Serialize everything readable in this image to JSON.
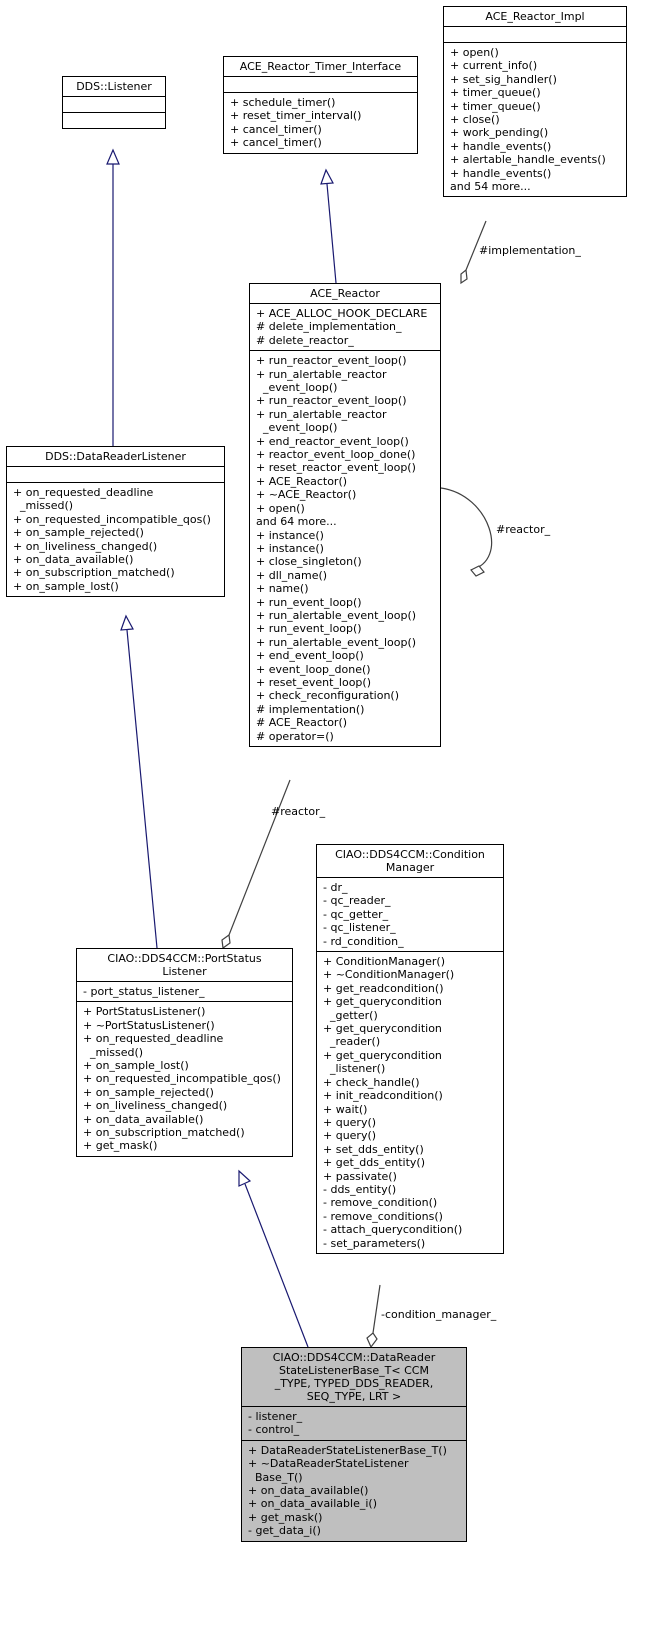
{
  "classes": {
    "dds_listener": {
      "title": [
        "DDS::Listener"
      ],
      "attributes": [],
      "methods": []
    },
    "ace_reactor_timer_interface": {
      "title": [
        "ACE_Reactor_Timer_Interface"
      ],
      "attributes": [],
      "methods": [
        "+ schedule_timer()",
        "+ reset_timer_interval()",
        "+ cancel_timer()",
        "+ cancel_timer()"
      ]
    },
    "ace_reactor_impl": {
      "title": [
        "ACE_Reactor_Impl"
      ],
      "attributes": [],
      "methods": [
        "+ open()",
        "+ current_info()",
        "+ set_sig_handler()",
        "+ timer_queue()",
        "+ timer_queue()",
        "+ close()",
        "+ work_pending()",
        "+ handle_events()",
        "+ alertable_handle_events()",
        "+ handle_events()",
        "and 54 more..."
      ]
    },
    "ace_reactor": {
      "title": [
        "ACE_Reactor"
      ],
      "attributes": [
        "+ ACE_ALLOC_HOOK_DECLARE",
        "# delete_implementation_",
        "# delete_reactor_"
      ],
      "methods": [
        "+ run_reactor_event_loop()",
        "+ run_alertable_reactor",
        "  _event_loop()",
        "+ run_reactor_event_loop()",
        "+ run_alertable_reactor",
        "  _event_loop()",
        "+ end_reactor_event_loop()",
        "+ reactor_event_loop_done()",
        "+ reset_reactor_event_loop()",
        "+ ACE_Reactor()",
        "+ ~ACE_Reactor()",
        "+ open()",
        "and 64 more...",
        "+ instance()",
        "+ instance()",
        "+ close_singleton()",
        "+ dll_name()",
        "+ name()",
        "+ run_event_loop()",
        "+ run_alertable_event_loop()",
        "+ run_event_loop()",
        "+ run_alertable_event_loop()",
        "+ end_event_loop()",
        "+ event_loop_done()",
        "+ reset_event_loop()",
        "+ check_reconfiguration()",
        "# implementation()",
        "# ACE_Reactor()",
        "# operator=()"
      ]
    },
    "dds_datareaderlistener": {
      "title": [
        "DDS::DataReaderListener"
      ],
      "attributes": [],
      "methods": [
        "+ on_requested_deadline",
        "  _missed()",
        "+ on_requested_incompatible_qos()",
        "+ on_sample_rejected()",
        "+ on_liveliness_changed()",
        "+ on_data_available()",
        "+ on_subscription_matched()",
        "+ on_sample_lost()"
      ]
    },
    "condition_manager": {
      "title": [
        "CIAO::DDS4CCM::Condition",
        "Manager"
      ],
      "attributes": [
        "- dr_",
        "- qc_reader_",
        "- qc_getter_",
        "- qc_listener_",
        "- rd_condition_"
      ],
      "methods": [
        "+ ConditionManager()",
        "+ ~ConditionManager()",
        "+ get_readcondition()",
        "+ get_querycondition",
        "  _getter()",
        "+ get_querycondition",
        "  _reader()",
        "+ get_querycondition",
        "  _listener()",
        "+ check_handle()",
        "+ init_readcondition()",
        "+ wait()",
        "+ query()",
        "+ query()",
        "+ set_dds_entity()",
        "+ get_dds_entity()",
        "+ passivate()",
        "- dds_entity()",
        "- remove_condition()",
        "- remove_conditions()",
        "- attach_querycondition()",
        "- set_parameters()"
      ]
    },
    "port_status_listener": {
      "title": [
        "CIAO::DDS4CCM::PortStatus",
        "Listener"
      ],
      "attributes": [
        "- port_status_listener_"
      ],
      "methods": [
        "+ PortStatusListener()",
        "+ ~PortStatusListener()",
        "+ on_requested_deadline",
        "  _missed()",
        "+ on_sample_lost()",
        "+ on_requested_incompatible_qos()",
        "+ on_sample_rejected()",
        "+ on_liveliness_changed()",
        "+ on_data_available()",
        "+ on_subscription_matched()",
        "+ get_mask()"
      ]
    },
    "datareader_state_listener_base": {
      "title": [
        "CIAO::DDS4CCM::DataReader",
        "StateListenerBase_T< CCM",
        "_TYPE, TYPED_DDS_READER,",
        "SEQ_TYPE, LRT >"
      ],
      "attributes": [
        "- listener_",
        "- control_"
      ],
      "methods": [
        "+ DataReaderStateListenerBase_T()",
        "+ ~DataReaderStateListener",
        "  Base_T()",
        "+ on_data_available()",
        "+ on_data_available_i()",
        "+ get_mask()",
        "- get_data_i()"
      ]
    }
  },
  "edge_labels": {
    "implementation": "#implementation_",
    "reactor_self": "#reactor_",
    "reactor": "#reactor_",
    "condition_manager": "-condition_manager_"
  },
  "colors": {
    "inheritance_edge": "#191970",
    "association_edge": "#404040",
    "highlight_fill": "#bfbfbf"
  }
}
